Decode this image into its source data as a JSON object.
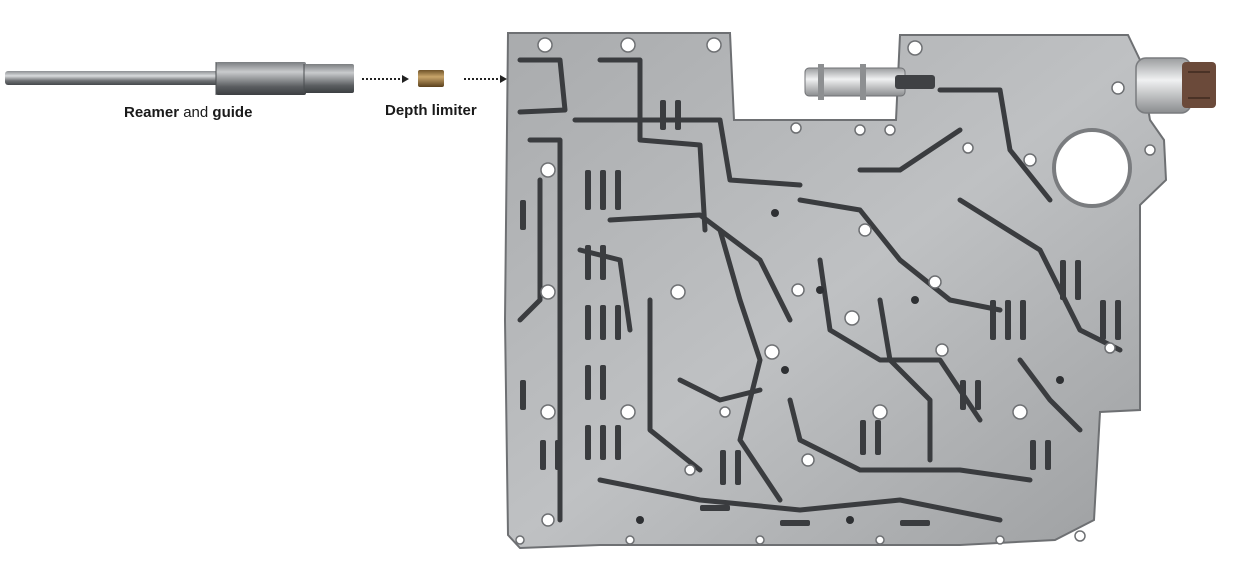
{
  "labels": {
    "reamer_word": "Reamer",
    "and_word": "and",
    "guide_word": "guide",
    "depth_limiter": "Depth limiter"
  },
  "parts": [
    {
      "name": "reamer-and-guide"
    },
    {
      "name": "depth-limiter-bushing"
    },
    {
      "name": "valve-body-plate"
    }
  ],
  "colors": {
    "background": "#ffffff",
    "metal_light": "#b4b6b8",
    "metal_dark": "#5e6164",
    "channel": "#3a3c3f",
    "bushing": "#8a6a3a",
    "connector": "#6b4a3a",
    "text": "#1a1a1a"
  }
}
